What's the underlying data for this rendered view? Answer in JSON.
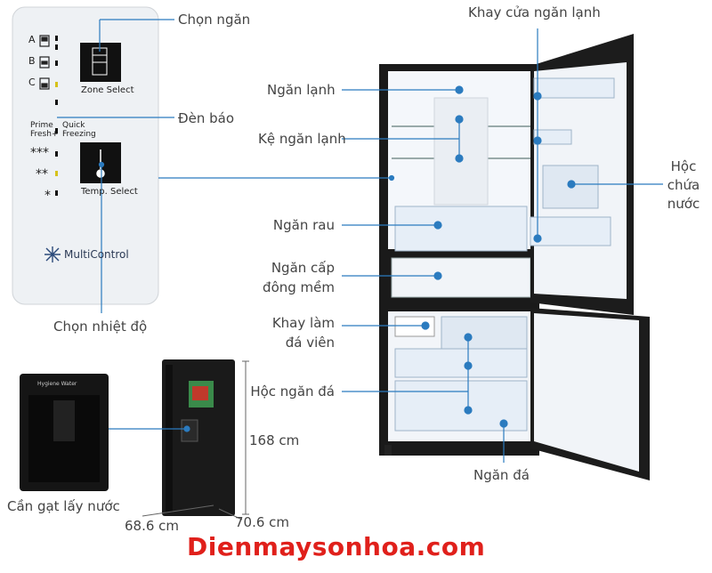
{
  "labels": {
    "chon_ngan": "Chọn ngăn",
    "den_bao": "Đèn báo",
    "chon_nhiet_do": "Chọn nhiệt độ",
    "can_gat": "Cần gạt lấy nước",
    "khay_cua": "Khay cửa ngăn lạnh",
    "ngan_lanh": "Ngăn lạnh",
    "ke_ngan_lanh": "Kệ ngăn lạnh",
    "hoc_chua_nuoc": [
      "Hộc",
      "chứa",
      "nước"
    ],
    "ngan_rau": "Ngăn rau",
    "ngan_cap_dong": [
      "Ngăn cấp",
      "đông mềm"
    ],
    "khay_lam_da": [
      "Khay làm",
      "đá viên"
    ],
    "hoc_ngan_da": "Hộc ngăn đá",
    "ngan_da": "Ngăn đá"
  },
  "dimensions": {
    "height": "168 cm",
    "width": "68.6 cm",
    "depth": "70.6 cm"
  },
  "panel": {
    "zone_a": "A",
    "zone_b": "B",
    "zone_c": "C",
    "zone_select": "Zone Select",
    "prime_fresh": [
      "Prime",
      "Fresh+"
    ],
    "quick_freezing": [
      "Quick",
      "Freezing"
    ],
    "temp_select": "Temp. Select",
    "multicontrol": "MultiControl",
    "stars3": "***",
    "stars2": "**",
    "stars1": "*"
  },
  "dispenser_brand": "Hygiene Water",
  "website": "Dienmaysonhoa.com",
  "colors": {
    "leader": "#2b7bbf",
    "website": "#e0201b",
    "fridge_body": "#1a1a1a",
    "interior": "#f4f7fb"
  }
}
